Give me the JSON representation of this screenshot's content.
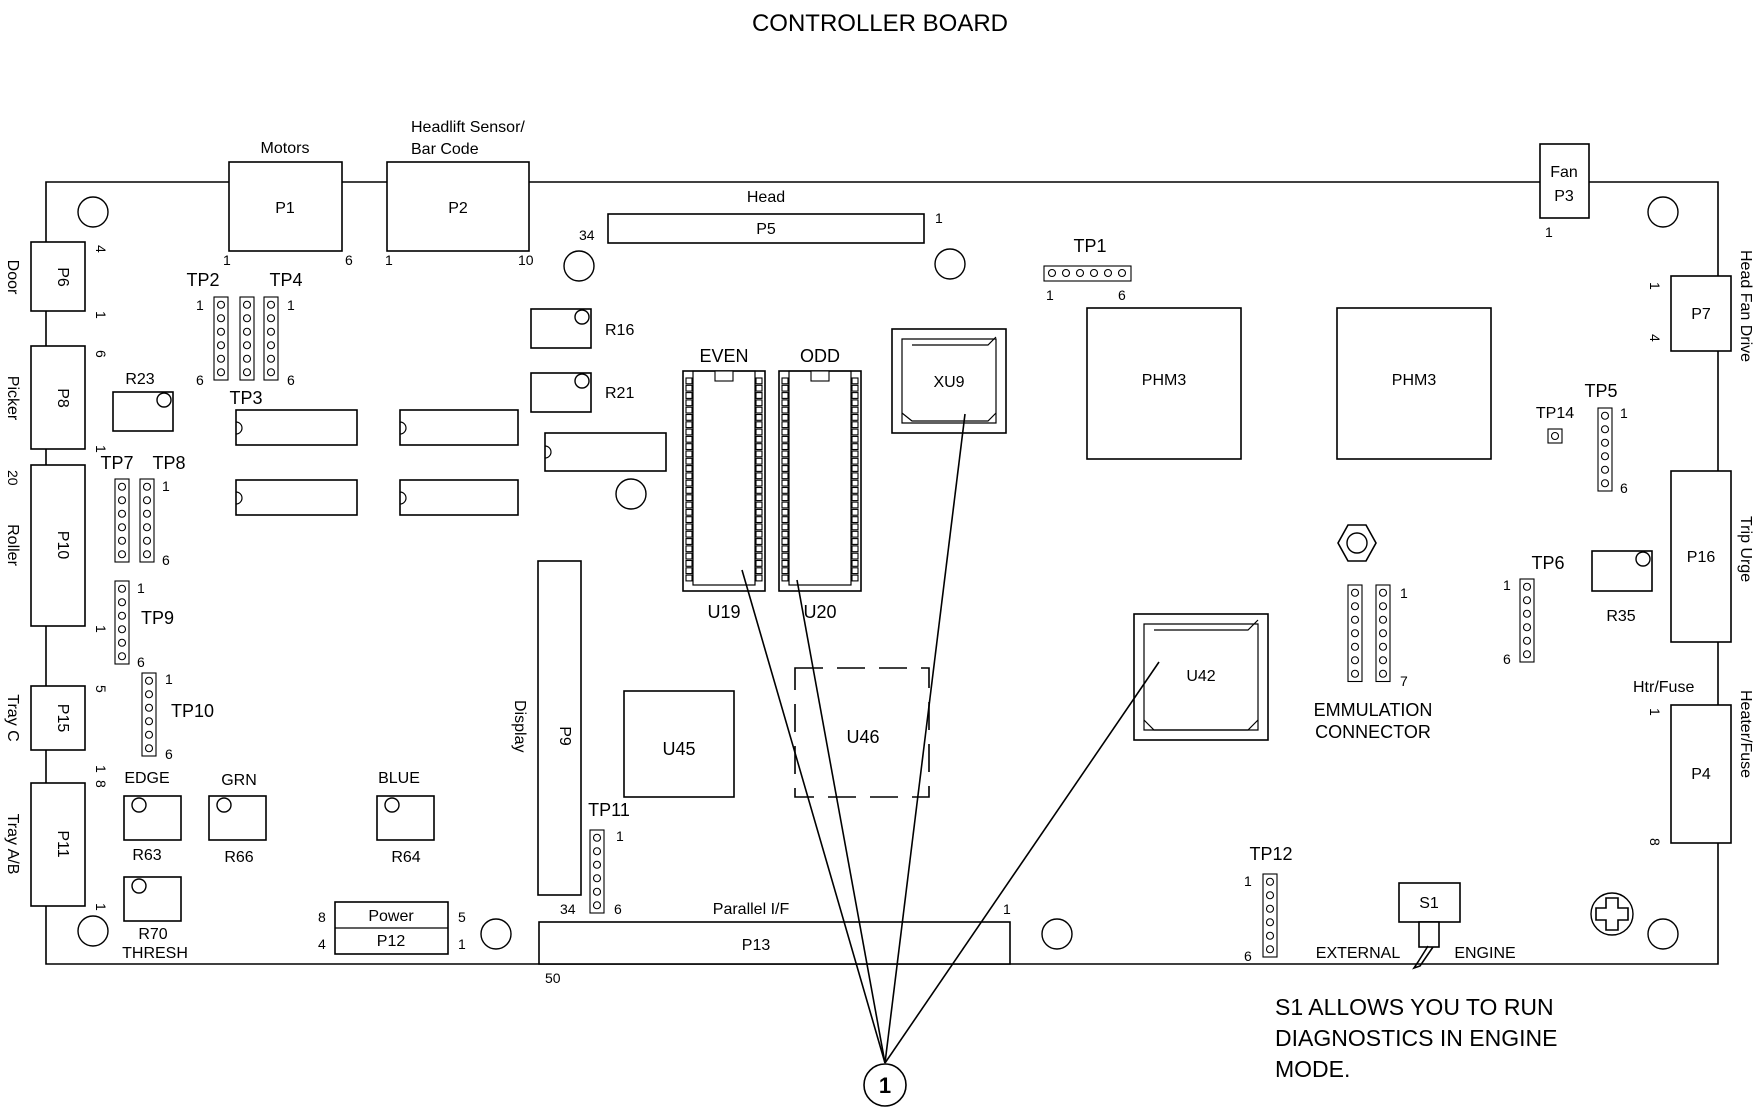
{
  "title": "CONTROLLER BOARD",
  "note": [
    "S1 ALLOWS YOU TO RUN",
    "DIAGNOSTICS IN ENGINE",
    "MODE."
  ],
  "callout": "1",
  "connectors": {
    "p1": {
      "id": "P1",
      "label": "Motors",
      "pin_start": "1",
      "pin_end": "6"
    },
    "p2": {
      "id": "P2",
      "label1": "Headlift Sensor/",
      "label2": "Bar Code",
      "pin_start": "1",
      "pin_end": "10"
    },
    "p3": {
      "id": "P3",
      "label": "Fan",
      "pin": "1"
    },
    "p5": {
      "id": "P5",
      "label": "Head",
      "pin_start": "34",
      "pin_end": "1"
    },
    "p6": {
      "id": "P6",
      "label": "Door",
      "pin_start": "4",
      "pin_end": "1"
    },
    "p8": {
      "id": "P8",
      "label": "Picker",
      "pin_start": "6",
      "pin_end": "1"
    },
    "p10": {
      "id": "P10",
      "label": "Roller",
      "pin_start": "20",
      "pin_end": "1"
    },
    "p15": {
      "id": "P15",
      "label": "Tray C",
      "pin_start": "5",
      "pin_end": "1"
    },
    "p11": {
      "id": "P11",
      "label": "Tray A/B",
      "pin_start": "8",
      "pin_end": "1"
    },
    "p7": {
      "id": "P7",
      "label": "Head Fan Drive",
      "pin_start": "1",
      "pin_end": "4"
    },
    "p16": {
      "id": "P16",
      "label": "Trip Urge"
    },
    "p4": {
      "id": "P4",
      "label": "Heater/Fuse",
      "top_label": "Htr/Fuse",
      "pin_start": "1",
      "pin_end": "8"
    },
    "p9": {
      "id": "P9",
      "label": "Display",
      "pin": "34"
    },
    "p12": {
      "id": "P12",
      "label": "Power",
      "pins": [
        "8",
        "5",
        "4",
        "1"
      ]
    },
    "p13": {
      "id": "P13",
      "label": "Parallel I/F",
      "pin_start": "1",
      "pin_end": "50"
    }
  },
  "test_points": {
    "tp1": {
      "id": "TP1",
      "pin_start": "1",
      "pin_end": "6"
    },
    "tp2": {
      "id": "TP2",
      "pin_start": "1",
      "pin_end": "6"
    },
    "tp3": {
      "id": "TP3"
    },
    "tp4": {
      "id": "TP4",
      "pin_start": "1",
      "pin_end": "6"
    },
    "tp5": {
      "id": "TP5",
      "pin_start": "1",
      "pin_end": "6"
    },
    "tp6": {
      "id": "TP6",
      "pin_start": "1",
      "pin_end": "6"
    },
    "tp7": {
      "id": "TP7"
    },
    "tp8": {
      "id": "TP8",
      "pin_start": "1",
      "pin_end": "6"
    },
    "tp9": {
      "id": "TP9",
      "pin_start": "1",
      "pin_end": "6"
    },
    "tp10": {
      "id": "TP10",
      "pin_start": "1",
      "pin_end": "6"
    },
    "tp11": {
      "id": "TP11",
      "pin_start": "1",
      "pin_end": "6"
    },
    "tp12": {
      "id": "TP12",
      "pin_start": "1",
      "pin_end": "6"
    },
    "tp14": {
      "id": "TP14"
    }
  },
  "chips": {
    "u19": "U19",
    "u20": "U20",
    "even": "EVEN",
    "odd": "ODD",
    "xu9": "XU9",
    "phm3_a": "PHM3",
    "phm3_b": "PHM3",
    "u42": "U42",
    "u45": "U45",
    "u46": "U46"
  },
  "resistors": {
    "r16": "R16",
    "r21": "R21",
    "r23": "R23",
    "r35": "R35",
    "r63": "R63",
    "r64": "R64",
    "r66": "R66",
    "r70": "R70"
  },
  "pot_labels": {
    "edge": "EDGE",
    "grn": "GRN",
    "blue": "BLUE",
    "thresh": "THRESH"
  },
  "emulation": {
    "line1": "EMMULATION",
    "line2": "CONNECTOR",
    "pin_start": "1",
    "pin_end": "7"
  },
  "switch": {
    "id": "S1",
    "left": "EXTERNAL",
    "right": "ENGINE"
  }
}
